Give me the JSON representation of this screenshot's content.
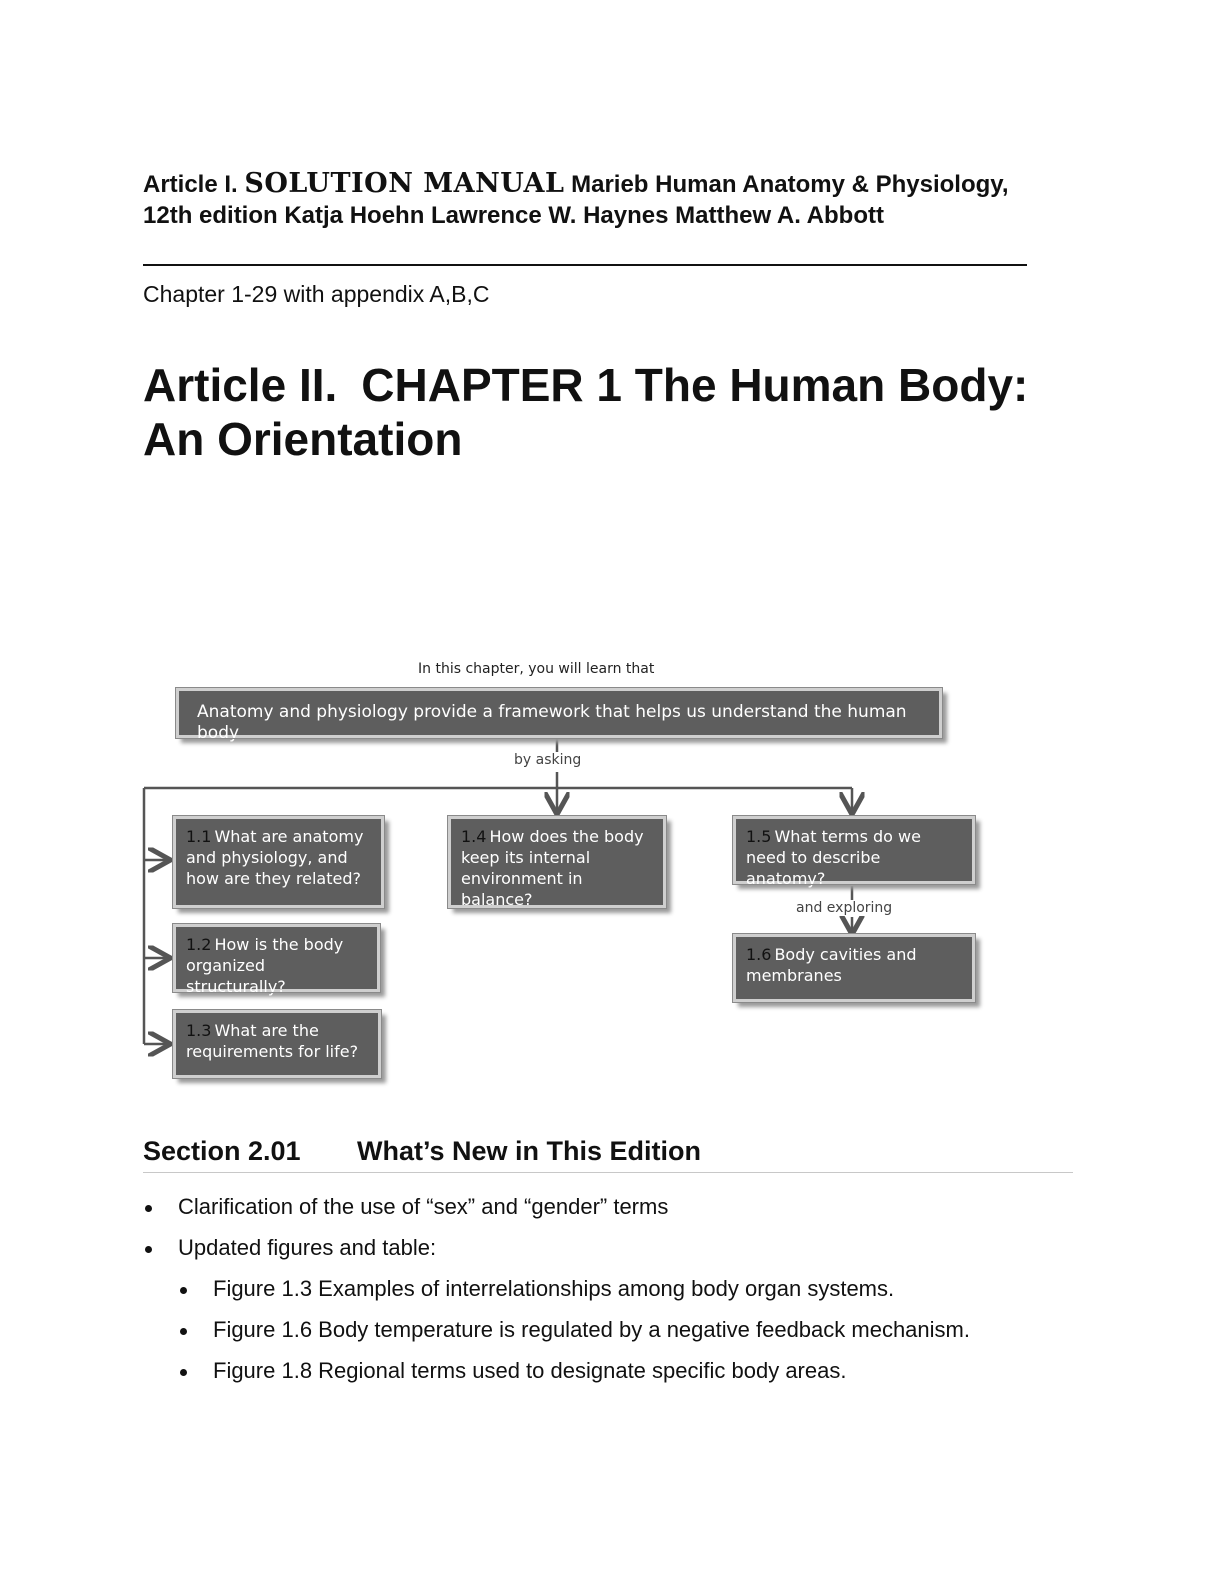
{
  "header": {
    "article_prefix": "Article I.",
    "manual_label": "SOLUTION MANUAL",
    "title_rest": "Marieb Human Anatomy & Physiology, 12th edition Katja Hoehn Lawrence W. Haynes Matthew A. Abbott",
    "subline": "Chapter 1-29 with appendix A,B,C"
  },
  "chapter": {
    "prefix": "Article II.",
    "title": "CHAPTER 1 The Human Body: An Orientation"
  },
  "concept_map": {
    "caption": "In this chapter, you will learn that",
    "main_box": "Anatomy and physiology provide a framework that helps us understand the human body",
    "by_asking": "by asking",
    "and_exploring": "and exploring",
    "boxes": [
      {
        "num": "1.1",
        "text": "What are anatomy and physiology, and how are they related?"
      },
      {
        "num": "1.2",
        "text": "How is the body organized structurally?"
      },
      {
        "num": "1.3",
        "text": "What are the requirements for life?"
      },
      {
        "num": "1.4",
        "text": "How does the body keep its internal environment in balance?"
      },
      {
        "num": "1.5",
        "text": "What terms do we need to describe anatomy?"
      },
      {
        "num": "1.6",
        "text": "Body cavities and membranes"
      }
    ]
  },
  "section": {
    "number": "Section 2.01",
    "title": "What’s New in This Edition"
  },
  "bullets": [
    "Clarification of the use of “sex” and “gender” terms",
    "Updated figures and table:"
  ],
  "sub_bullets": [
    "Figure 1.3 Examples of interrelationships among body organ systems.",
    "Figure 1.6 Body temperature is regulated by a negative feedback mechanism.",
    "Figure 1.8 Regional terms used to designate specific body areas."
  ]
}
